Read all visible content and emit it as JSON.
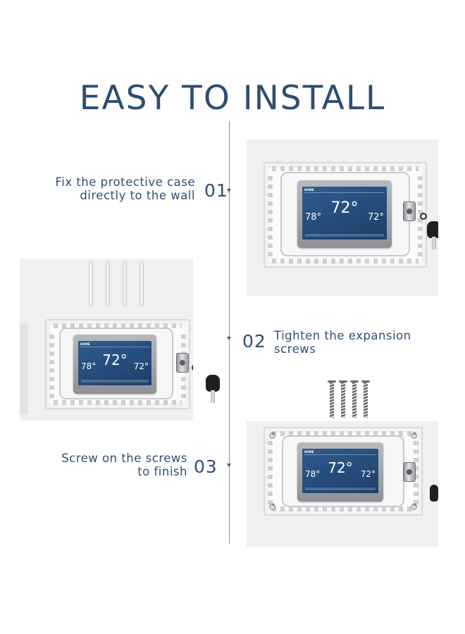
{
  "title": "EASY TO INSTALL",
  "steps": [
    {
      "number": "01",
      "line1": "Fix the protective case",
      "line2": "directly to the wall"
    },
    {
      "number": "02",
      "line1": "Tighten the expansion",
      "line2": "screws"
    },
    {
      "number": "03",
      "line1": "Screw on the screws",
      "line2": "to finish"
    }
  ],
  "thermostat": {
    "mode": "HOME",
    "outside_temp": "78°",
    "indoor_temp": "72°",
    "set_temp": "72°"
  },
  "icons": [
    "lock-icon",
    "key-icon",
    "expansion-anchor-icon",
    "screw-icon"
  ]
}
